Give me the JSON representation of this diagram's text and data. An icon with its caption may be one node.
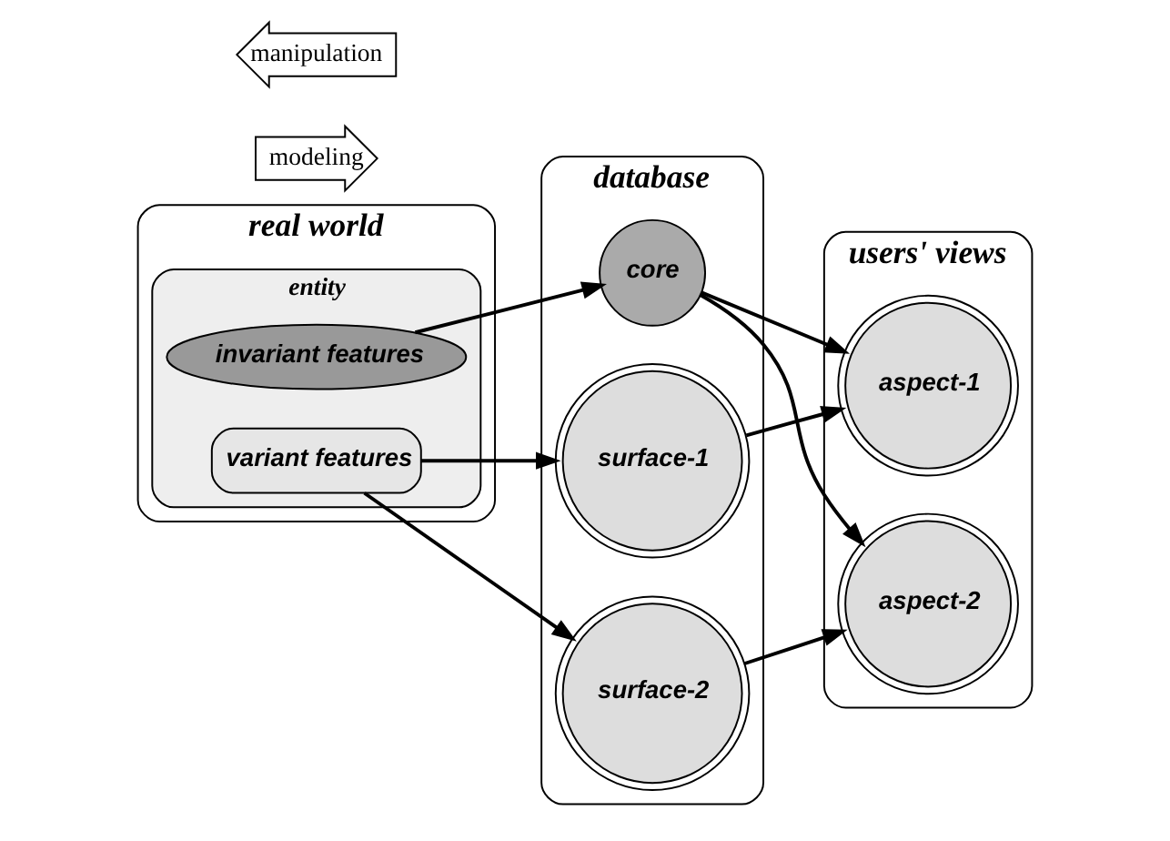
{
  "diagram": {
    "nodes": [
      {
        "text": [
          "real world"
        ]
      },
      {
        "text": [
          "entity"
        ],
        "in": 0
      },
      {
        "text": [
          "invariant features"
        ],
        "in": 1
      },
      {
        "text": [
          "variant features"
        ],
        "in": 1
      },
      {
        "text": [
          "database"
        ]
      },
      {
        "text": [
          "core"
        ],
        "in": 4
      },
      {
        "text": [
          "surface-1"
        ],
        "in": 4
      },
      {
        "text": [
          "surface-2"
        ],
        "in": 4
      },
      {
        "text": [
          "users' views"
        ]
      },
      {
        "text": [
          "aspect-1"
        ],
        "in": 8
      },
      {
        "text": [
          "aspect-2"
        ],
        "in": 8
      },
      {
        "text": [
          "modeling"
        ]
      },
      {
        "text": [
          "manipulation"
        ]
      }
    ],
    "edges": [
      {
        "from": 2,
        "to": 5,
        "arrow": "to"
      },
      {
        "from": 3,
        "to": 6,
        "arrow": "to"
      },
      {
        "from": 3,
        "to": 7,
        "arrow": "to"
      },
      {
        "from": 5,
        "to": 9,
        "arrow": "to"
      },
      {
        "from": 5,
        "to": 10,
        "arrow": "to"
      },
      {
        "from": 6,
        "to": 9,
        "arrow": "to"
      },
      {
        "from": 7,
        "to": 10,
        "arrow": "to"
      }
    ]
  }
}
